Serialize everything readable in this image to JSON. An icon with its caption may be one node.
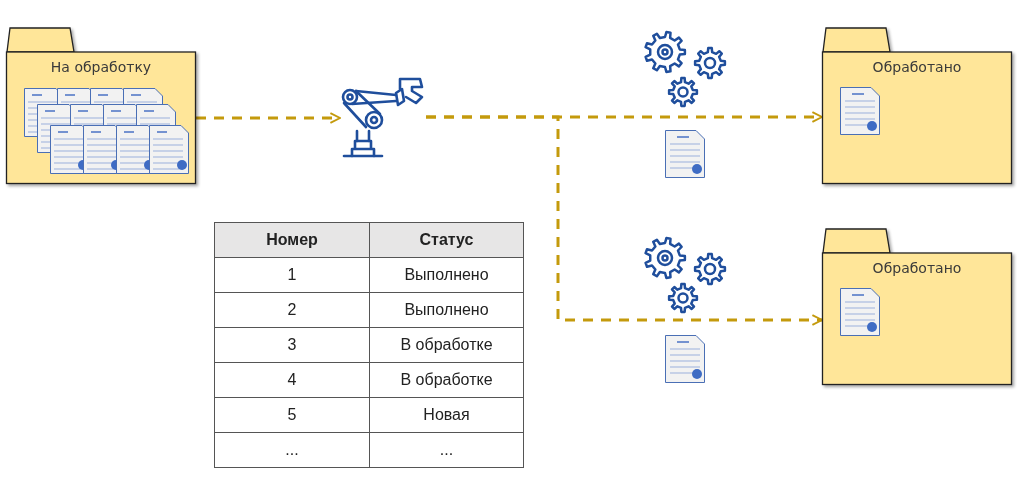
{
  "diagram": {
    "nodes": [
      {
        "text": [
          "На обработку"
        ]
      },
      {
        "text": [],
        "shape": "picture"
      },
      {
        "text": [
          "Обработано"
        ]
      },
      {
        "text": [
          "Обработано"
        ]
      }
    ],
    "edges": [
      {
        "from": 0,
        "to": 1,
        "arrow": "to",
        "style": "dashed"
      },
      {
        "from": 1,
        "to": 2,
        "arrow": "to",
        "style": "dashed"
      },
      {
        "from": 1,
        "to": 3,
        "arrow": "to",
        "style": "dashed"
      }
    ],
    "labels": [
      "Номер",
      "Статус",
      "1",
      "Выполнено",
      "2",
      "Выполнено",
      "3",
      "В обработке",
      "4",
      "В обработке",
      "5",
      "Новая",
      "...",
      "..."
    ]
  }
}
